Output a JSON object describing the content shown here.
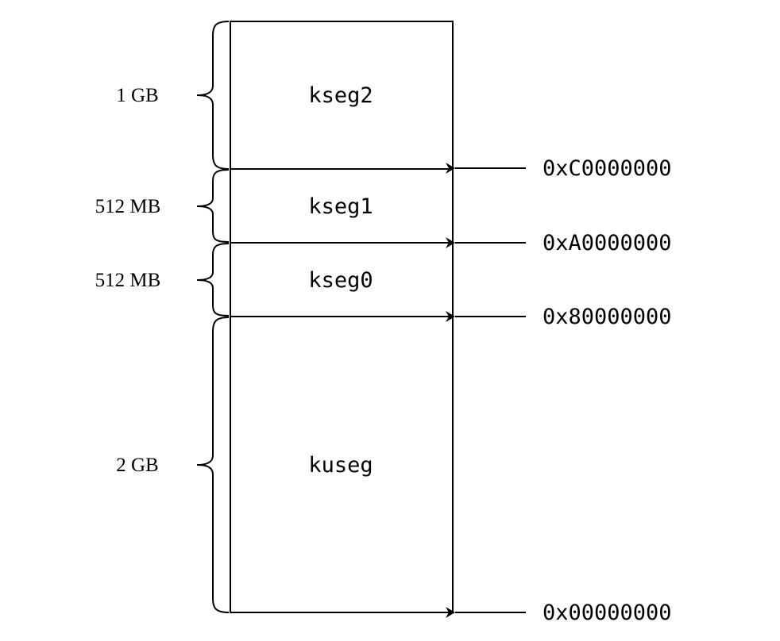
{
  "colors": {
    "stroke": "#000000",
    "background": "#ffffff"
  },
  "segments": [
    {
      "name": "kseg2",
      "size": "1 GB"
    },
    {
      "name": "kseg1",
      "size": "512 MB"
    },
    {
      "name": "kseg0",
      "size": "512 MB"
    },
    {
      "name": "kuseg",
      "size": "2 GB"
    }
  ],
  "addresses": [
    "0xC0000000",
    "0xA0000000",
    "0x80000000",
    "0x00000000"
  ]
}
